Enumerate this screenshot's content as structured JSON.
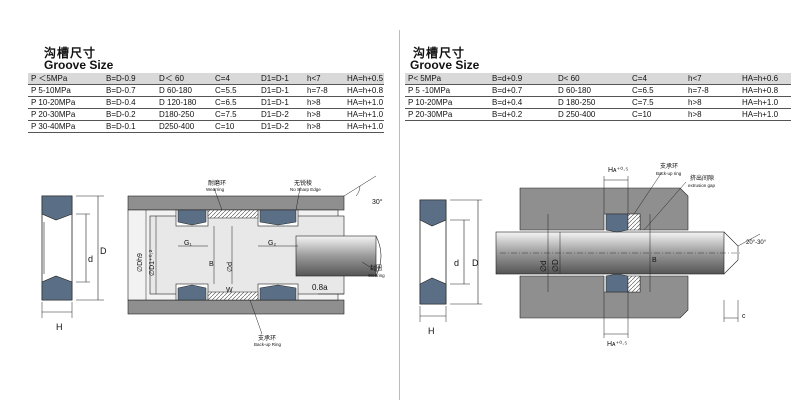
{
  "left": {
    "title_cn": "沟槽尺寸",
    "title_en": "Groove Size",
    "rows": [
      {
        "p": "P  ＜5MPa",
        "b": "B=D-0.9",
        "d": "D＜ 60",
        "c": "C=4",
        "d1": "D1=D-1",
        "h": "h<7",
        "ha": "HA=h+0.5"
      },
      {
        "p": "P  5-10MPa",
        "b": "B=D-0.7",
        "d": "D 60-180",
        "c": "C=5.5",
        "d1": "D1=D-1",
        "h": "h=7-8",
        "ha": "HA=h+0.8"
      },
      {
        "p": "P  10-20MPa",
        "b": "B=D-0.4",
        "d": "D 120-180",
        "c": "C=6.5",
        "d1": "D1=D-1",
        "h": "h>8",
        "ha": "HA=h+1.0"
      },
      {
        "p": "P  20-30MPa",
        "b": "B=D-0.2",
        "d": "D180-250",
        "c": "C=7.5",
        "d1": "D1=D-2",
        "h": "h>8",
        "ha": "HA=h+1.0"
      },
      {
        "p": "P  30-40MPa",
        "b": "B=D-0.1",
        "d": "D250-400",
        "c": "C=10",
        "d1": "D1=D-2",
        "h": "h>8",
        "ha": "HA=h+1.0"
      }
    ],
    "labels": {
      "wearring_cn": "耐磨环",
      "wearring_en": "Wearring",
      "nosharp_cn": "无锐棱",
      "nosharp_en": "No Sharp Edge",
      "seal_cn": "封圈",
      "seal_en": "Wearing",
      "backup_cn": "支承环",
      "backup_en": "Back-up Ring",
      "angle": "30°",
      "gap": "0.8a",
      "D": "D",
      "H": "H",
      "B": "B",
      "W": "W",
      "G1": "G₁",
      "G2": "G₂",
      "ODD1": "∅D1⁺⁰·²",
      "ODsorts": "∅Dh9",
      "Odd": "∅d"
    }
  },
  "right": {
    "title_cn": "沟槽尺寸",
    "title_en": "Groove Size",
    "rows": [
      {
        "p": "P<    5MPa",
        "b": "B=d+0.9",
        "d": "D< 60",
        "c": "C=4",
        "h": "h<7",
        "ha": "HA=h+0.6"
      },
      {
        "p": "P  5 -10MPa",
        "b": "B=d+0.7",
        "d": "D 60-180",
        "c": "C=6.5",
        "h": "h=7-8",
        "ha": "HA=h+0.8"
      },
      {
        "p": "P  10-20MPa",
        "b": "B=d+0.4",
        "d": "D 180-250",
        "c": "C=7.5",
        "h": "h>8",
        "ha": "HA=h+1.0"
      },
      {
        "p": "P  20-30MPa",
        "b": "B=d+0.2",
        "d": "D 250-400",
        "c": "C=10",
        "h": "h>8",
        "ha": "HA=h+1.0"
      }
    ],
    "labels": {
      "backup_cn": "支承环",
      "backup_en": "Back-up ring",
      "extrusion_cn": "挤出间隙",
      "extrusion_en": "extrusion gap",
      "angle": "20°-30°",
      "Ha_top": "Hᴀ⁺⁰·⁵",
      "Ha_bottom": "Hᴀ⁺⁰·⁵",
      "d": "d",
      "D": "D",
      "H": "H",
      "B": "B",
      "c": "c",
      "Od": "∅d",
      "OD": "∅D"
    }
  }
}
